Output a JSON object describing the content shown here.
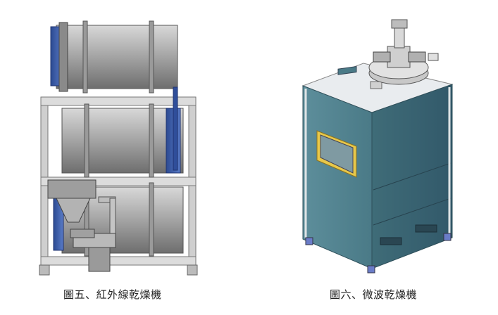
{
  "figures": [
    {
      "caption": "圖五、紅外線乾燥機",
      "icon": "infrared-dryer-illustration"
    },
    {
      "caption": "圖六、微波乾燥機",
      "icon": "microwave-dryer-illustration"
    }
  ],
  "colors": {
    "drum_gray": "#a8a8a8",
    "frame_gray": "#c9c9c9",
    "motor_blue": "#3a5ca8",
    "cabinet_teal": "#4f7f8c",
    "window_yellow": "#e8c84a"
  }
}
